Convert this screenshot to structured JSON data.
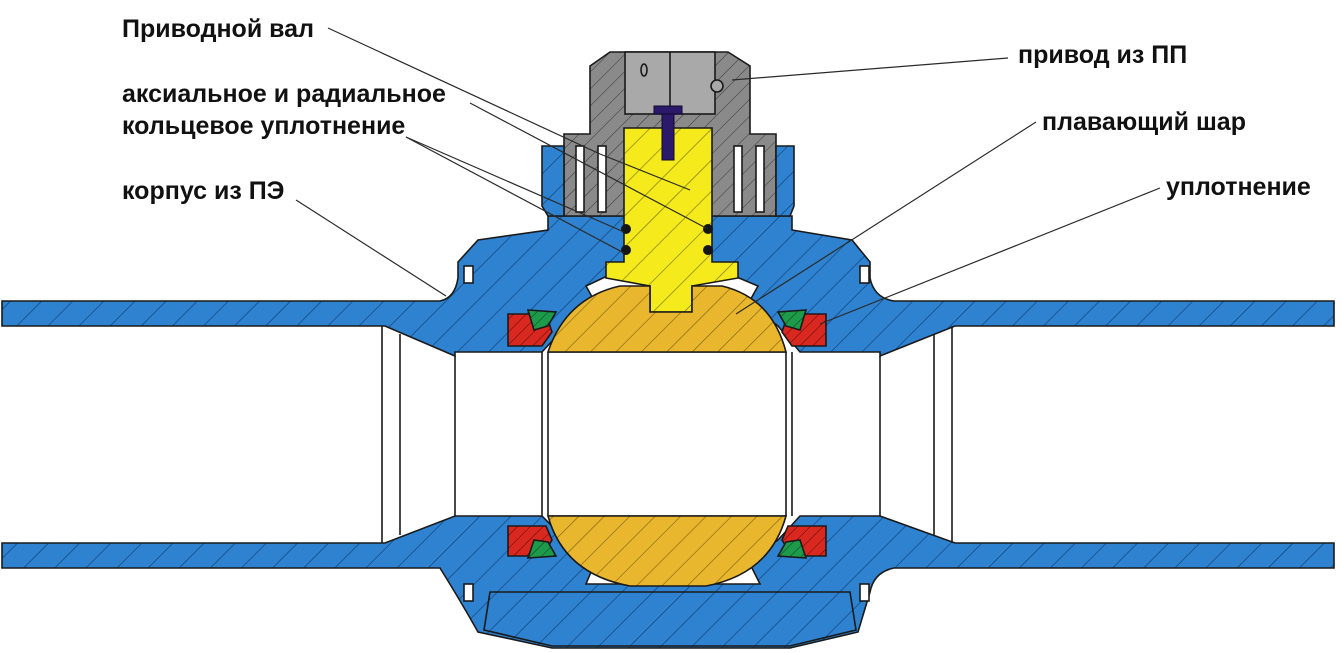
{
  "labels": {
    "drive_shaft": "Приводной вал",
    "oring_line1": "аксиальное и радиальное",
    "oring_line2": "кольцевое уплотнение",
    "body": "корпус из ПЭ",
    "actuator": "привод из ПП",
    "floating_ball": "плавающий шар",
    "seal": "уплотнение"
  },
  "colors": {
    "body_blue": "#2f82cf",
    "shaft_yellow": "#f4ea1c",
    "ball_gold": "#e9b72e",
    "actuator_gray": "#8a8a8a",
    "seal_red": "#d8281f",
    "seal_green": "#1d9a4a",
    "oring_black": "#151515"
  }
}
